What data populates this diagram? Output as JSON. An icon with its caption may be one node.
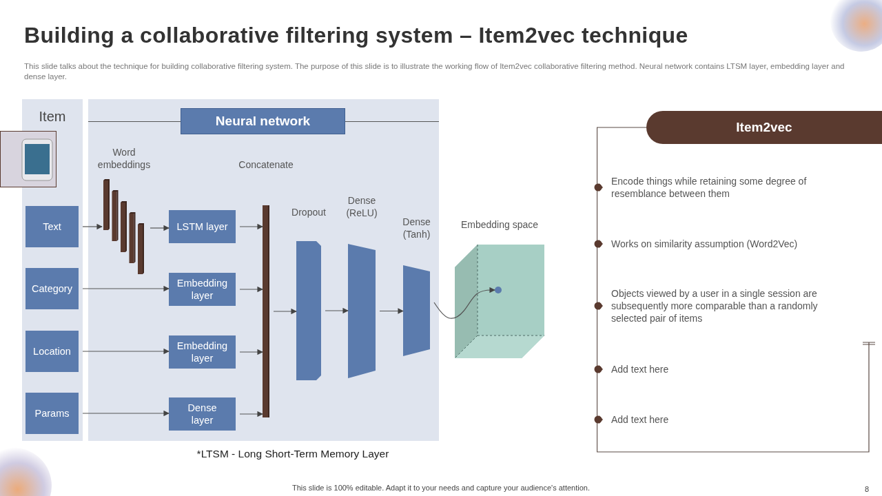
{
  "diagram": {
    "title": "Building a collaborative filtering system – Item2vec technique",
    "nodes": [
      {
        "text": [
          "Item"
        ]
      },
      {
        "text": [],
        "shape": "picture"
      },
      {
        "text": [
          "Text"
        ],
        "in": 0
      },
      {
        "text": [
          "Category"
        ],
        "in": 0
      },
      {
        "text": [
          "Location"
        ],
        "in": 0
      },
      {
        "text": [
          "Params"
        ],
        "in": 0
      },
      {
        "text": [
          "Neural network"
        ]
      },
      {
        "text": [
          "Word embeddings"
        ],
        "in": 6
      },
      {
        "text": [
          "LSTM layer"
        ],
        "in": 6
      },
      {
        "text": [
          "Embedding layer"
        ],
        "in": 6
      },
      {
        "text": [
          "Embedding layer"
        ],
        "in": 6
      },
      {
        "text": [
          "Dense layer"
        ],
        "in": 6
      },
      {
        "text": [
          "Concatenate"
        ],
        "in": 6
      },
      {
        "text": [
          "Dropout"
        ],
        "in": 6
      },
      {
        "text": [
          "Dense (ReLU)"
        ],
        "in": 6
      },
      {
        "text": [
          "Dense (Tanh)"
        ],
        "in": 6
      },
      {
        "text": [
          "Embedding space"
        ]
      },
      {
        "text": [],
        "shape": "circle",
        "in": 16
      },
      {
        "text": [
          "Item2vec",
          "Encode things while retaining some degree of resemblance between them",
          "Works on similarity assumption (Word2Vec)",
          "Objects viewed by a user in a single session are subsequently more comparable than a randomly selected pair of items",
          "Add text here",
          "Add text here"
        ]
      }
    ],
    "edges": [
      {
        "from": 2,
        "to": 7,
        "arrow": "to"
      },
      {
        "from": 7,
        "to": 8,
        "arrow": "to"
      },
      {
        "from": 3,
        "to": 9,
        "arrow": "to"
      },
      {
        "from": 4,
        "to": 10,
        "arrow": "to"
      },
      {
        "from": 5,
        "to": 11,
        "arrow": "to"
      },
      {
        "from": 8,
        "to": 12,
        "arrow": "to"
      },
      {
        "from": 9,
        "to": 12,
        "arrow": "to"
      },
      {
        "from": 10,
        "to": 12,
        "arrow": "to"
      },
      {
        "from": 11,
        "to": 12,
        "arrow": "to"
      },
      {
        "from": 12,
        "to": 13,
        "arrow": "to"
      },
      {
        "from": 13,
        "to": 14,
        "arrow": "to"
      },
      {
        "from": 14,
        "to": 15,
        "arrow": "to"
      },
      {
        "from": 15,
        "to": 17,
        "arrow": "to"
      }
    ],
    "labels": [
      "This slide talks about the technique for building collaborative filtering system. The purpose of this slide is to illustrate the working flow of Item2vec collaborative filtering method. Neural network contains LTSM layer, embedding layer and dense layer.",
      "*LTSM - Long Short-Term Memory Layer",
      "This slide is 100% editable. Adapt it to your needs and capture your audience's attention.",
      "8"
    ]
  }
}
